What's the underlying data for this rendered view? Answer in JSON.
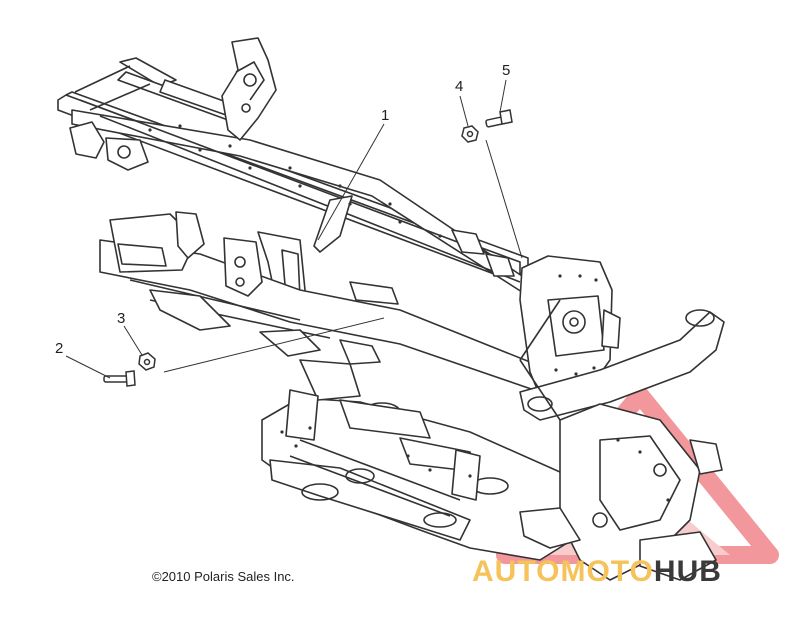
{
  "callouts": [
    "1",
    "2",
    "3",
    "4",
    "5"
  ],
  "copyright": "©2010 Polaris Sales Inc.",
  "watermark": {
    "part_a": "AUTOMOTO",
    "part_b": "HUB",
    "logo_color": "#e8434a",
    "accent_color": "#f6c25a",
    "dark_color": "#3a3a3a"
  }
}
